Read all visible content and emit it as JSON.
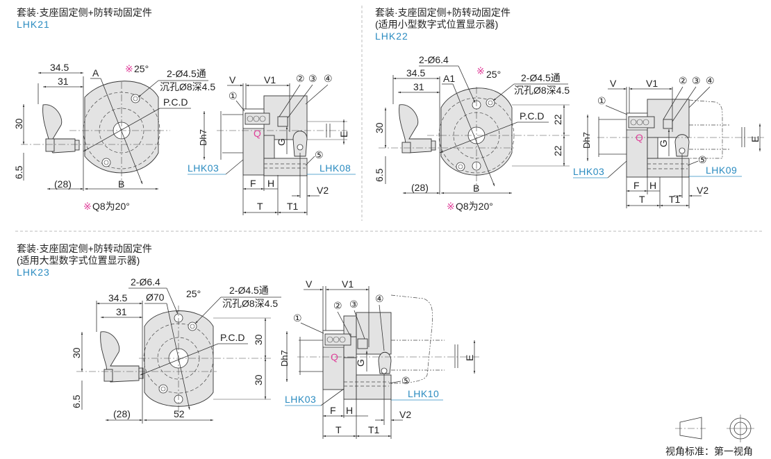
{
  "panels": [
    {
      "title": "套装·支座固定侧+防转动固定件",
      "subtitle": "",
      "code": "LHK21",
      "front": {
        "dim_345": "34.5",
        "dim_31": "31",
        "dim_30": "30",
        "dim_65": "6.5",
        "dim_28": "(28)",
        "label_a": "A",
        "label_b": "B",
        "angle_mark": "※",
        "angle": "25°",
        "hole_top": "2-Ø4.5通",
        "hole_bottom": "沉孔Ø8深4.5",
        "pcd": "P.C.D",
        "note_mark": "※",
        "note": "Q8为20°"
      },
      "side": {
        "v": "V",
        "v1": "V1",
        "n1": "①",
        "n2": "②",
        "n3": "③",
        "n4": "④",
        "n5": "⑤",
        "dh7": "Dh7",
        "q": "Q",
        "g": "G",
        "e": "E",
        "f": "F",
        "h": "H",
        "t": "T",
        "t1": "T1",
        "v2": "V2",
        "left_code": "LHK03",
        "right_code": "LHK08"
      }
    },
    {
      "title": "套装·支座固定侧+防转动固定件",
      "subtitle": "(适用小型数字式位置显示器)",
      "code": "LHK22",
      "front": {
        "dim_345": "34.5",
        "dim_31": "31",
        "dim_30": "30",
        "dim_65": "6.5",
        "dim_28": "(28)",
        "label_a": "A1",
        "label_b": "B",
        "angle_mark": "※",
        "angle": "25°",
        "hole_big": "2-Ø6.4",
        "hole_top": "2-Ø4.5通",
        "hole_bottom": "沉孔Ø8深4.5",
        "pcd": "P.C.D",
        "dim_v1": "22",
        "dim_v2": "22",
        "note_mark": "※",
        "note": "Q8为20°"
      },
      "side": {
        "v": "V",
        "v1": "V1",
        "n1": "①",
        "n2": "②",
        "n3": "③",
        "n4": "④",
        "n5": "⑤",
        "dh7": "Dh7",
        "q": "Q",
        "g": "G",
        "e": "E",
        "f": "F",
        "h": "H",
        "t": "T",
        "t1": "T1",
        "v2": "V2",
        "left_code": "LHK03",
        "right_code": "LHK09"
      }
    },
    {
      "title": "套装·支座固定侧+防转动固定件",
      "subtitle": "(适用大型数字式位置显示器)",
      "code": "LHK23",
      "front": {
        "dim_345": "34.5",
        "dim_31": "31",
        "dim_30": "30",
        "dim_65": "6.5",
        "dim_28": "(28)",
        "dia": "Ø70",
        "hole_big": "2-Ø6.4",
        "angle": "25°",
        "hole_top": "2-Ø4.5通",
        "hole_bottom": "沉孔Ø8深4.5",
        "pcd": "P.C.D",
        "dim_v1": "30",
        "dim_v2": "30",
        "width": "52"
      },
      "side": {
        "v": "V",
        "v1": "V1",
        "n1": "①",
        "n2": "②",
        "n3": "③",
        "n4": "④",
        "n5": "⑤",
        "dh7": "Dh7",
        "q": "Q",
        "g": "G",
        "e": "E",
        "f": "F",
        "h": "H",
        "t": "T",
        "t1": "T1",
        "v2": "V2",
        "left_code": "LHK03",
        "right_code": "LHK10"
      }
    }
  ],
  "projection": {
    "label": "视角标准：第一视角"
  },
  "colors": {
    "accent": "#2a8bc0",
    "mark": "#e0409a",
    "part_fill": "#e3e3e3"
  }
}
